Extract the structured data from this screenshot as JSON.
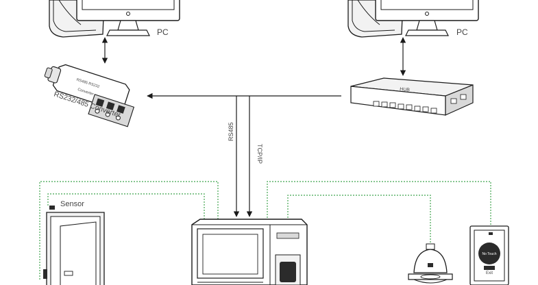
{
  "labels": {
    "pc_left": "PC",
    "pc_right": "PC",
    "converter": "RS232/485 Converter",
    "converter_chip_top": "RS485 RS232",
    "converter_chip_bottom": "Converter",
    "hub": "HUB",
    "rs485": "RS485",
    "tcpip": "TCP/IP",
    "sensor": "Sensor",
    "exit_button": "Exit",
    "exit_face": "No Touch"
  },
  "colors": {
    "line": "#1a1a1a",
    "wire_dotted": "#3fa34d",
    "fill_light": "#f2f2f2",
    "fill_mid": "#d9d9d9",
    "fill_dark": "#2b2b2b"
  },
  "icons": {
    "pc": "desktop-computer-icon",
    "converter": "serial-converter-icon",
    "hub": "network-switch-icon",
    "door": "door-icon",
    "terminal": "access-terminal-icon",
    "bell": "doorbell-icon",
    "exit": "exit-button-icon"
  }
}
